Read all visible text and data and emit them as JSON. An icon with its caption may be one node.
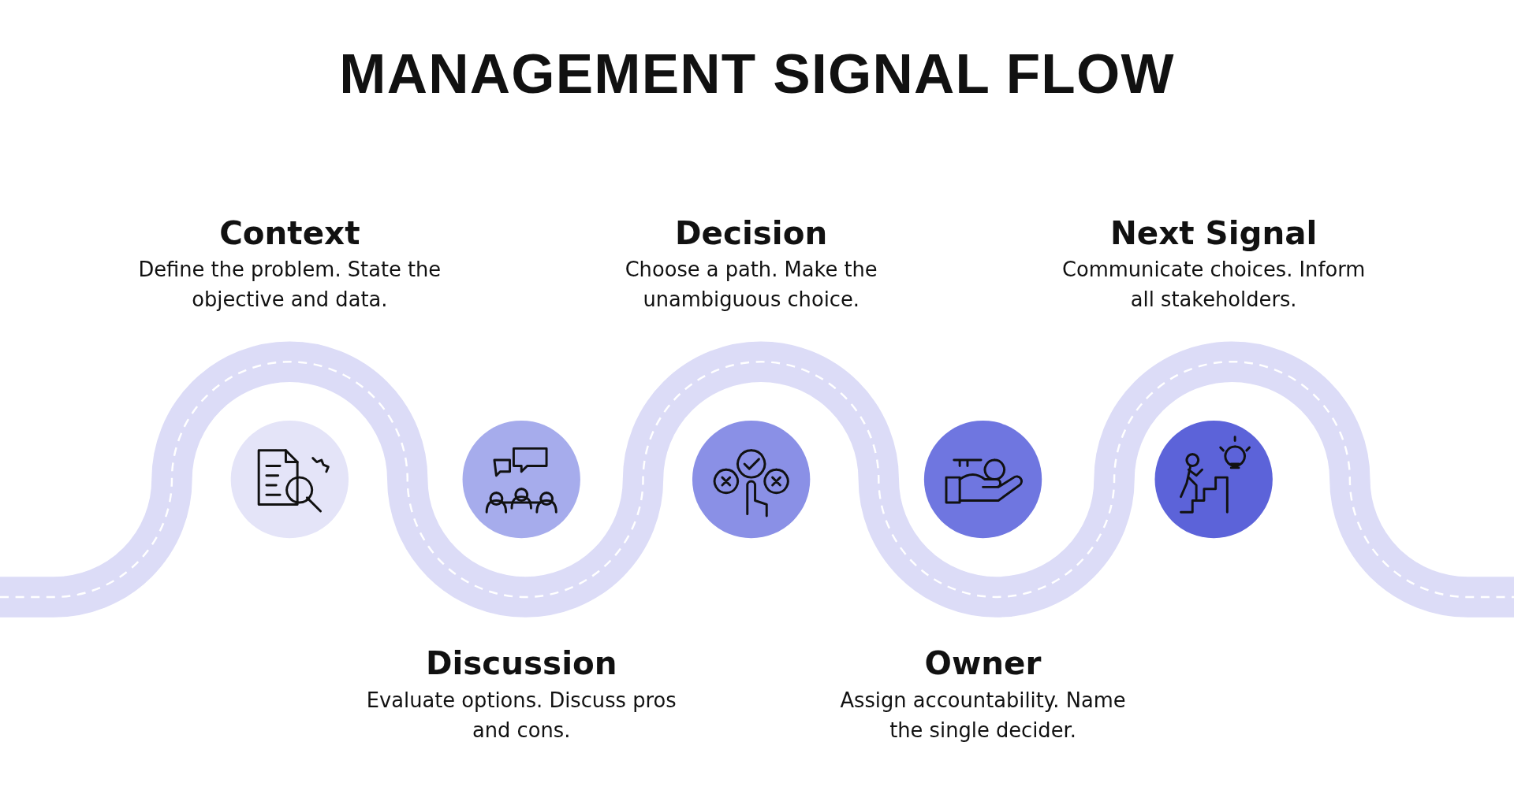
{
  "diagram": {
    "title": "MANAGEMENT SIGNAL FLOW",
    "nodes": [
      {
        "text": [
          "Context",
          "Define the problem. State the objective and data."
        ]
      },
      {
        "text": [
          "Discussion",
          "Evaluate options. Discuss pros and cons."
        ]
      },
      {
        "text": [
          "Decision",
          "Choose a path. Make the unambiguous choice."
        ]
      },
      {
        "text": [
          "Owner",
          "Assign accountability. Name the single decider."
        ]
      },
      {
        "text": [
          "Next Signal",
          "Communicate choices. Inform all stakeholders."
        ]
      }
    ]
  }
}
